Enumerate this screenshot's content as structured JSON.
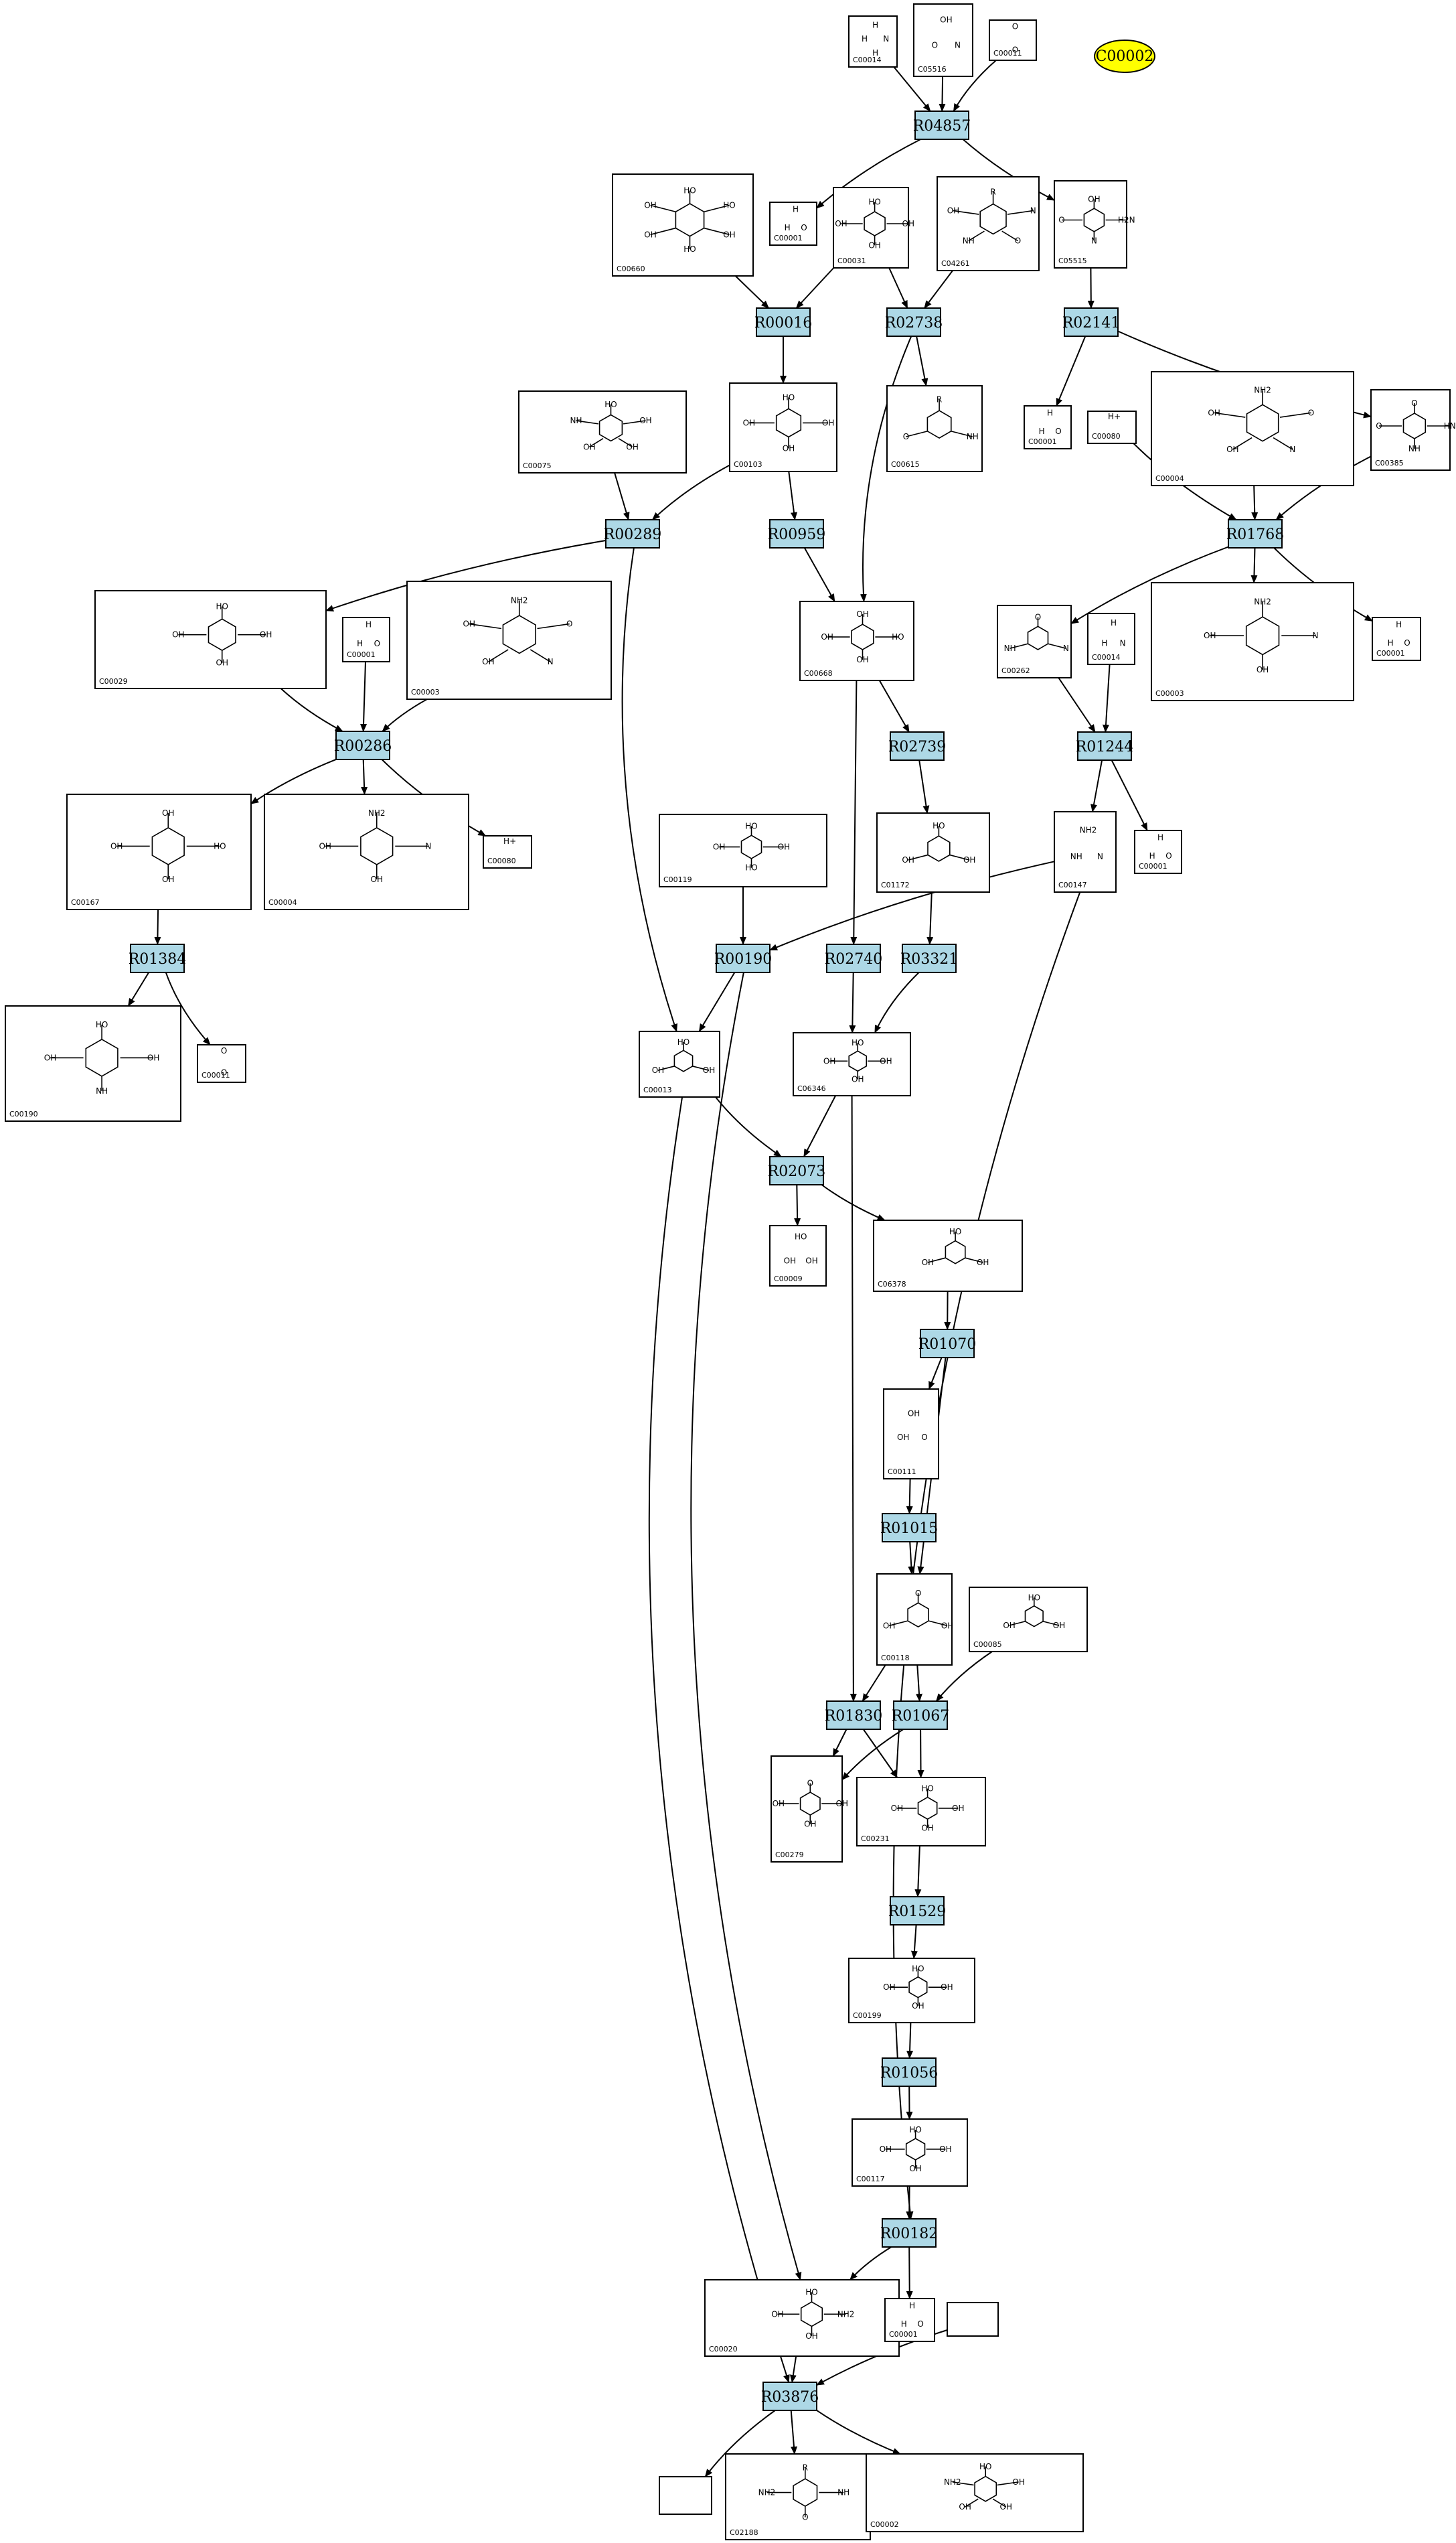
{
  "diagram": {
    "highlighted_compound": "C00002",
    "compounds": [
      {
        "id": "C00014",
        "label": "C00014",
        "atoms": [
          "H",
          "N",
          "H",
          "H"
        ]
      },
      {
        "id": "C05516",
        "label": "C05516",
        "atoms": [
          "OH",
          "N",
          "O"
        ]
      },
      {
        "id": "C00011",
        "label": "C00011",
        "atoms": [
          "O",
          "O"
        ]
      },
      {
        "id": "C00001a",
        "label": "C00001",
        "atoms": [
          "H",
          "O",
          "H"
        ]
      },
      {
        "id": "C00660",
        "label": "C00660",
        "atoms": [
          "HO",
          "HO",
          "OH",
          "HO",
          "OH",
          "OH"
        ]
      },
      {
        "id": "C00031",
        "label": "C00031",
        "atoms": [
          "HO",
          "OH",
          "OH",
          "OH"
        ]
      },
      {
        "id": "C04261",
        "label": "C04261",
        "atoms": [
          "R",
          "N",
          "O",
          "NH",
          "OH"
        ]
      },
      {
        "id": "C05515",
        "label": "C05515",
        "atoms": [
          "OH",
          "H2N",
          "N",
          "O"
        ]
      },
      {
        "id": "C00075",
        "label": "C00075",
        "atoms": [
          "HO",
          "OH",
          "OH",
          "OH",
          "NH"
        ]
      },
      {
        "id": "C00103",
        "label": "C00103",
        "atoms": [
          "HO",
          "OH",
          "OH",
          "OH"
        ]
      },
      {
        "id": "C00615",
        "label": "C00615",
        "atoms": [
          "R",
          "NH",
          "O"
        ]
      },
      {
        "id": "C00001b",
        "label": "C00001",
        "atoms": [
          "H",
          "O",
          "H"
        ]
      },
      {
        "id": "C00080a",
        "label": "C00080",
        "atoms": [
          "H+"
        ]
      },
      {
        "id": "C00004a",
        "label": "C00004",
        "atoms": [
          "NH2",
          "O",
          "N",
          "OH",
          "OH"
        ]
      },
      {
        "id": "C00385",
        "label": "C00385",
        "atoms": [
          "O",
          "HN",
          "NH",
          "O"
        ]
      },
      {
        "id": "C00029",
        "label": "C00029",
        "atoms": [
          "HO",
          "OH",
          "OH",
          "OH"
        ]
      },
      {
        "id": "C00001c",
        "label": "C00001",
        "atoms": [
          "H",
          "O",
          "H"
        ]
      },
      {
        "id": "C00003a",
        "label": "C00003",
        "atoms": [
          "NH2",
          "O",
          "N",
          "OH",
          "OH"
        ]
      },
      {
        "id": "C00668",
        "label": "C00668",
        "atoms": [
          "OH",
          "HO",
          "OH",
          "OH"
        ]
      },
      {
        "id": "C00262",
        "label": "C00262",
        "atoms": [
          "O",
          "N",
          "NH"
        ]
      },
      {
        "id": "C00014b",
        "label": "C00014",
        "atoms": [
          "H",
          "N",
          "H"
        ]
      },
      {
        "id": "C00003b",
        "label": "C00003",
        "atoms": [
          "NH2",
          "N",
          "OH",
          "OH"
        ]
      },
      {
        "id": "C00001d",
        "label": "C00001",
        "atoms": [
          "H",
          "O",
          "H"
        ]
      },
      {
        "id": "C00167",
        "label": "C00167",
        "atoms": [
          "OH",
          "HO",
          "OH",
          "OH"
        ]
      },
      {
        "id": "C00004b",
        "label": "C00004",
        "atoms": [
          "NH2",
          "N",
          "OH",
          "OH"
        ]
      },
      {
        "id": "C00080b",
        "label": "C00080",
        "atoms": [
          "H+"
        ]
      },
      {
        "id": "C00119",
        "label": "C00119",
        "atoms": [
          "HO",
          "OH",
          "HO",
          "OH"
        ]
      },
      {
        "id": "C01172",
        "label": "C01172",
        "atoms": [
          "HO",
          "OH",
          "OH"
        ]
      },
      {
        "id": "C00001e",
        "label": "C00001",
        "atoms": [
          "H",
          "O",
          "H"
        ]
      },
      {
        "id": "C00147",
        "label": "C00147",
        "atoms": [
          "NH2",
          "N",
          "NH"
        ]
      },
      {
        "id": "C00190",
        "label": "C00190",
        "atoms": [
          "HO",
          "OH",
          "NH",
          "OH"
        ]
      },
      {
        "id": "C00011b",
        "label": "C00011",
        "atoms": [
          "O",
          "O"
        ]
      },
      {
        "id": "C00013",
        "label": "C00013",
        "atoms": [
          "HO",
          "OH",
          "OH"
        ]
      },
      {
        "id": "C06346",
        "label": "C06346",
        "atoms": [
          "HO",
          "OH",
          "OH",
          "OH"
        ]
      },
      {
        "id": "C00009",
        "label": "C00009",
        "atoms": [
          "HO",
          "OH",
          "OH"
        ]
      },
      {
        "id": "C06378",
        "label": "C06378",
        "atoms": [
          "HO",
          "OH",
          "OH"
        ]
      },
      {
        "id": "C00111",
        "label": "C00111",
        "atoms": [
          "OH",
          "O",
          "OH"
        ]
      },
      {
        "id": "C00118",
        "label": "C00118",
        "atoms": [
          "O",
          "OH",
          "OH"
        ]
      },
      {
        "id": "C00085",
        "label": "C00085",
        "atoms": [
          "HO",
          "OH",
          "OH"
        ]
      },
      {
        "id": "C00279",
        "label": "C00279",
        "atoms": [
          "O",
          "OH",
          "OH",
          "OH"
        ]
      },
      {
        "id": "C00231",
        "label": "C00231",
        "atoms": [
          "HO",
          "OH",
          "OH",
          "OH"
        ]
      },
      {
        "id": "C00199",
        "label": "C00199",
        "atoms": [
          "HO",
          "OH",
          "OH",
          "OH"
        ]
      },
      {
        "id": "C00117",
        "label": "C00117",
        "atoms": [
          "HO",
          "OH",
          "OH",
          "OH"
        ]
      },
      {
        "id": "C00020",
        "label": "C00020",
        "atoms": [
          "HO",
          "NH2",
          "OH",
          "OH"
        ]
      },
      {
        "id": "C00001f",
        "label": "C00001",
        "atoms": [
          "H",
          "O",
          "H"
        ]
      },
      {
        "id": "blank1",
        "label": "",
        "atoms": []
      },
      {
        "id": "blank2",
        "label": "",
        "atoms": []
      },
      {
        "id": "C02188",
        "label": "C02188",
        "atoms": [
          "R",
          "NH",
          "O",
          "NH2"
        ]
      },
      {
        "id": "C00002",
        "label": "C00002",
        "atoms": [
          "HO",
          "OH",
          "OH",
          "OH",
          "NH2"
        ]
      }
    ],
    "reactions": [
      {
        "id": "R04857",
        "label": "R04857"
      },
      {
        "id": "R00016",
        "label": "R00016"
      },
      {
        "id": "R02738",
        "label": "R02738"
      },
      {
        "id": "R02141",
        "label": "R02141"
      },
      {
        "id": "R00289",
        "label": "R00289"
      },
      {
        "id": "R00959",
        "label": "R00959"
      },
      {
        "id": "R01768",
        "label": "R01768"
      },
      {
        "id": "R00286",
        "label": "R00286"
      },
      {
        "id": "R02739",
        "label": "R02739"
      },
      {
        "id": "R01244",
        "label": "R01244"
      },
      {
        "id": "R01384",
        "label": "R01384"
      },
      {
        "id": "R00190",
        "label": "R00190"
      },
      {
        "id": "R02740",
        "label": "R02740"
      },
      {
        "id": "R03321",
        "label": "R03321"
      },
      {
        "id": "R02073",
        "label": "R02073"
      },
      {
        "id": "R01070",
        "label": "R01070"
      },
      {
        "id": "R01015",
        "label": "R01015"
      },
      {
        "id": "R01830",
        "label": "R01830"
      },
      {
        "id": "R01067",
        "label": "R01067"
      },
      {
        "id": "R01529",
        "label": "R01529"
      },
      {
        "id": "R01056",
        "label": "R01056"
      },
      {
        "id": "R00182",
        "label": "R00182"
      },
      {
        "id": "R03876",
        "label": "R03876"
      }
    ],
    "edges": [
      [
        "C00014",
        "R04857"
      ],
      [
        "C05516",
        "R04857"
      ],
      [
        "C00011",
        "R04857"
      ],
      [
        "R04857",
        "C00001a"
      ],
      [
        "R04857",
        "C05515"
      ],
      [
        "C00660",
        "R00016"
      ],
      [
        "C00031",
        "R00016"
      ],
      [
        "C00031",
        "R02738"
      ],
      [
        "C04261",
        "R02738"
      ],
      [
        "C05515",
        "R02141"
      ],
      [
        "R00016",
        "C00103"
      ],
      [
        "R02738",
        "C00615"
      ],
      [
        "R02738",
        "C00668"
      ],
      [
        "R02141",
        "C00001b"
      ],
      [
        "R02141",
        "C00385"
      ],
      [
        "C00075",
        "R00289"
      ],
      [
        "C00103",
        "R00289"
      ],
      [
        "C00103",
        "R00959"
      ],
      [
        "C00080a",
        "R01768"
      ],
      [
        "C00004a",
        "R01768"
      ],
      [
        "C00385",
        "R01768"
      ],
      [
        "R00289",
        "C00029"
      ],
      [
        "R00289",
        "C00013"
      ],
      [
        "R00959",
        "C00668"
      ],
      [
        "R01768",
        "C00262"
      ],
      [
        "R01768",
        "C00003b"
      ],
      [
        "R01768",
        "C00001d"
      ],
      [
        "C00029",
        "R00286"
      ],
      [
        "C00001c",
        "R00286"
      ],
      [
        "C00003a",
        "R00286"
      ],
      [
        "C00668",
        "R02739"
      ],
      [
        "C00668",
        "R02740"
      ],
      [
        "C00262",
        "R01244"
      ],
      [
        "C00014b",
        "R01244"
      ],
      [
        "R00286",
        "C00167"
      ],
      [
        "R00286",
        "C00004b"
      ],
      [
        "R00286",
        "C00080b"
      ],
      [
        "R02739",
        "C01172"
      ],
      [
        "R01244",
        "C00147"
      ],
      [
        "R01244",
        "C00001e"
      ],
      [
        "C00167",
        "R01384"
      ],
      [
        "C00119",
        "R00190"
      ],
      [
        "C00147",
        "R00190"
      ],
      [
        "C00147",
        "R00182"
      ],
      [
        "C01172",
        "R03321"
      ],
      [
        "R01384",
        "C00190"
      ],
      [
        "R01384",
        "C00011b"
      ],
      [
        "R00190",
        "C00013"
      ],
      [
        "R00190",
        "C00020"
      ],
      [
        "R02740",
        "C06346"
      ],
      [
        "R03321",
        "C06346"
      ],
      [
        "C00013",
        "R02073"
      ],
      [
        "C00013",
        "R03876"
      ],
      [
        "C06346",
        "R02073"
      ],
      [
        "C06346",
        "R01830"
      ],
      [
        "R02073",
        "C00009"
      ],
      [
        "R02073",
        "C06378"
      ],
      [
        "C06378",
        "R01070"
      ],
      [
        "R01070",
        "C00111"
      ],
      [
        "R01070",
        "C00118"
      ],
      [
        "C00111",
        "R01015"
      ],
      [
        "R01015",
        "C00118"
      ],
      [
        "C00118",
        "R01830"
      ],
      [
        "C00118",
        "R01067"
      ],
      [
        "C00085",
        "R01067"
      ],
      [
        "R01830",
        "C00279"
      ],
      [
        "R01830",
        "C00231"
      ],
      [
        "R01067",
        "C00279"
      ],
      [
        "R01067",
        "C00231"
      ],
      [
        "C00231",
        "R01529"
      ],
      [
        "R01529",
        "C00199"
      ],
      [
        "C00199",
        "R01056"
      ],
      [
        "R01056",
        "C00117"
      ],
      [
        "C00117",
        "R00182"
      ],
      [
        "R00182",
        "C00020"
      ],
      [
        "R00182",
        "C00001f"
      ],
      [
        "C00020",
        "R03876"
      ],
      [
        "blank2",
        "R03876"
      ],
      [
        "R03876",
        "blank1"
      ],
      [
        "R03876",
        "C02188"
      ],
      [
        "R03876",
        "C00002"
      ]
    ]
  }
}
